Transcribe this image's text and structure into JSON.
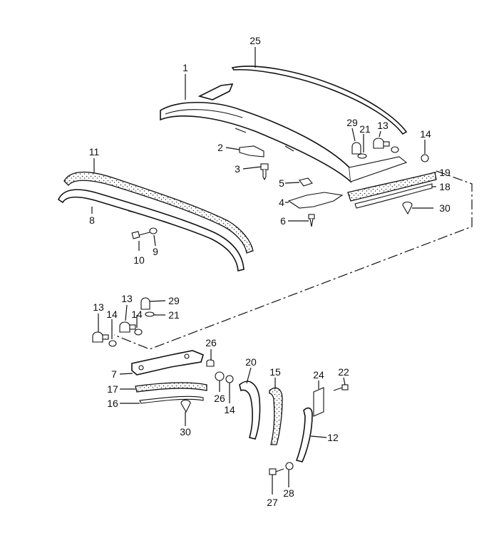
{
  "diagram": {
    "labels": [
      "25",
      "1",
      "2",
      "3",
      "29",
      "21",
      "13",
      "14",
      "5",
      "4",
      "6",
      "19",
      "18",
      "30",
      "11",
      "8",
      "10",
      "9",
      "13",
      "13",
      "29",
      "14",
      "21",
      "14",
      "26",
      "7",
      "17",
      "16",
      "30",
      "26",
      "14",
      "20",
      "15",
      "24",
      "22",
      "12",
      "27",
      "28"
    ]
  }
}
